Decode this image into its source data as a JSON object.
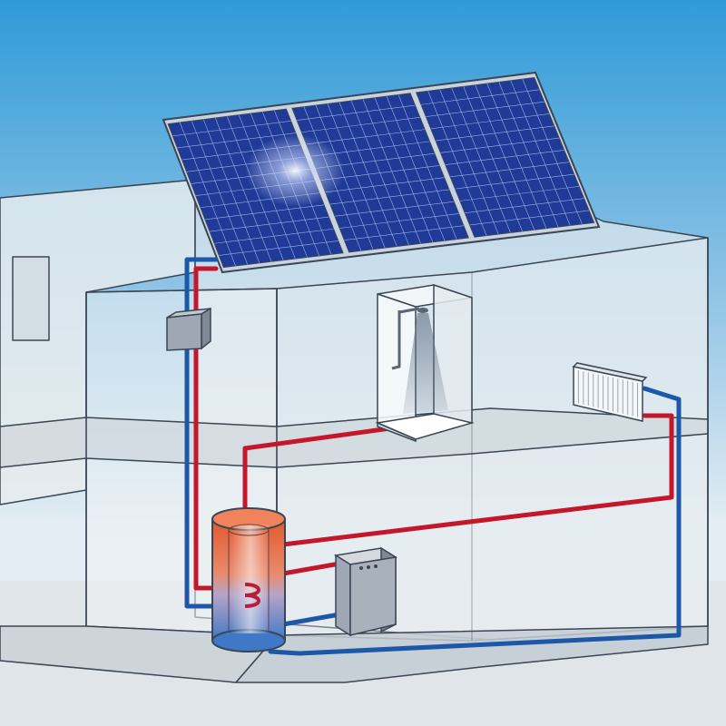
{
  "colors": {
    "sky_top": "#2f9ad7",
    "sky_bottom": "#e3edf3",
    "floor": "#d6dde2",
    "wall_glass": "#e9eef1",
    "outline": "#3b4654",
    "hot_pipe": "#c4172c",
    "cold_pipe": "#1d58a8",
    "solar_cell": "#1f3a97",
    "solar_frame": "#c9d3e0",
    "tank_hot": "#e2582e",
    "tank_cold": "#3f78c6",
    "box_grey": "#9ea7b3"
  },
  "components": [
    {
      "id": "solar-panel",
      "icon": "solar-panel-icon"
    },
    {
      "id": "solar-controller",
      "icon": "junction-box-icon"
    },
    {
      "id": "shower",
      "icon": "shower-icon"
    },
    {
      "id": "radiator",
      "icon": "radiator-icon"
    },
    {
      "id": "storage-tank",
      "icon": "hot-water-tank-icon"
    },
    {
      "id": "boiler",
      "icon": "boiler-icon"
    }
  ]
}
